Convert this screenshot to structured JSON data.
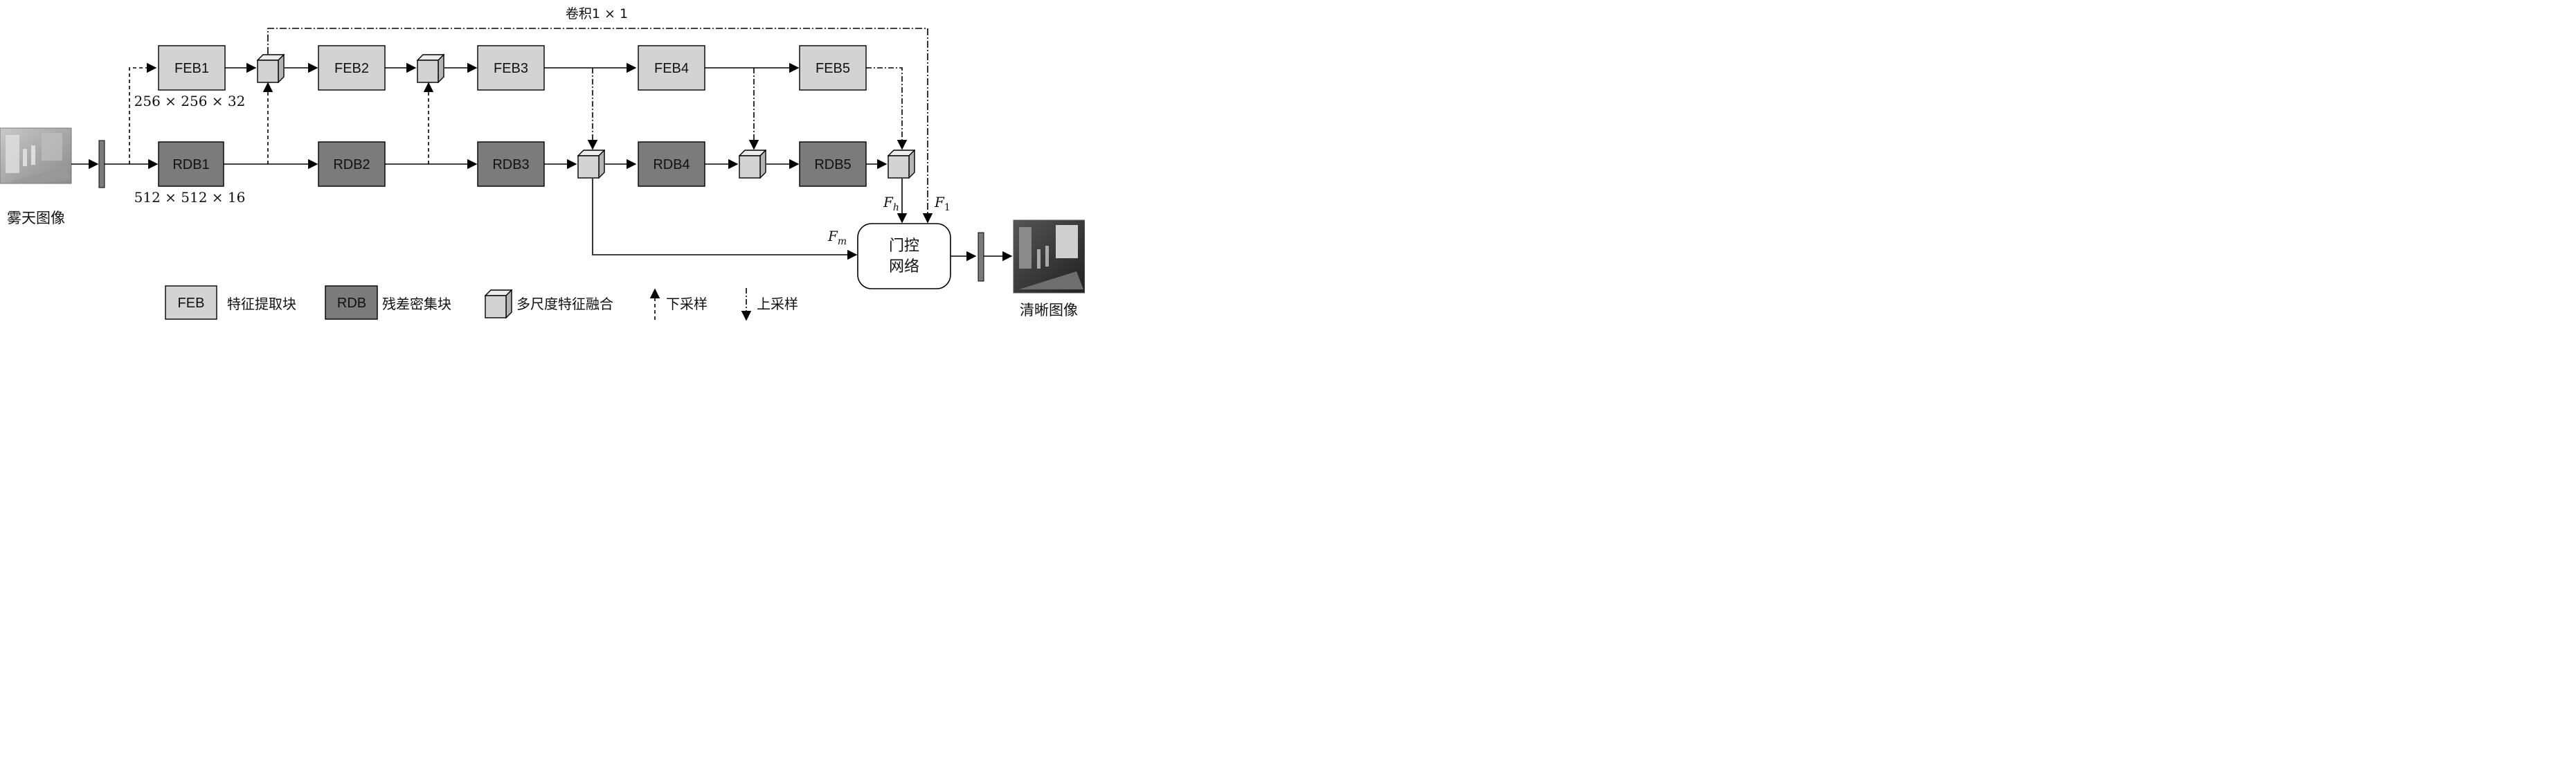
{
  "input_label": "雾天图像",
  "output_label": "清晰图像",
  "feb_blocks": [
    "FEB1",
    "FEB2",
    "FEB3",
    "FEB4",
    "FEB5"
  ],
  "rdb_blocks": [
    "RDB1",
    "RDB2",
    "RDB3",
    "RDB4",
    "RDB5"
  ],
  "dim_feb": "256 × 256 × 32",
  "dim_rdb": "512 × 512 × 16",
  "conv_label": "卷积1 × 1",
  "gate_line1": "门控",
  "gate_line2": "网络",
  "f_h": "F",
  "f_h_sub": "h",
  "f_1": "F",
  "f_1_sub": "1",
  "f_m": "F",
  "f_m_sub": "m",
  "legend": {
    "feb_abbr": "FEB",
    "feb_text": "特征提取块",
    "rdb_abbr": "RDB",
    "rdb_text": "残差密集块",
    "fusion_text": "多尺度特征融合",
    "down_text": "下采样",
    "up_text": "上采样"
  },
  "colors": {
    "feb_fill": "#d3d3d3",
    "rdb_fill": "#7b7b7b",
    "line": "#000000"
  }
}
